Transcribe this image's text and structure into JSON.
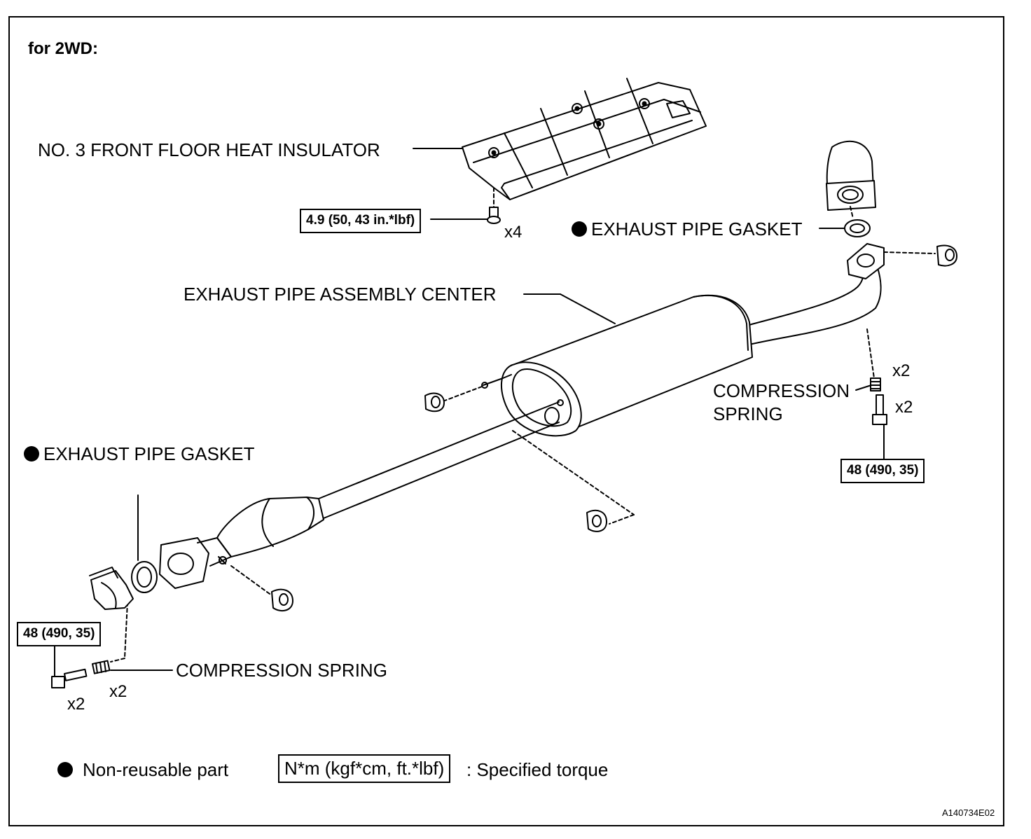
{
  "heading": "for 2WD:",
  "labels": {
    "heat_insulator": "NO. 3 FRONT FLOOR HEAT INSULATOR",
    "gasket_right": "EXHAUST PIPE GASKET",
    "pipe_assembly": "EXHAUST PIPE ASSEMBLY CENTER",
    "compression_spring_right_line1": "COMPRESSION",
    "compression_spring_right_line2": "SPRING",
    "gasket_left": "EXHAUST PIPE GASKET",
    "compression_spring_left": "COMPRESSION SPRING"
  },
  "torques": {
    "insulator_bolt": "4.9 (50, 43 in.*lbf)",
    "right_bolt": "48 (490, 35)",
    "left_bolt": "48 (490, 35)"
  },
  "quantities": {
    "insulator_bolts": "x4",
    "right_spring": "x2",
    "right_bolt": "x2",
    "left_spring": "x2",
    "left_bolt": "x2"
  },
  "legend": {
    "non_reusable": "Non-reusable part",
    "torque_format": "N*m (kgf*cm, ft.*lbf)",
    "torque_desc": ": Specified torque"
  },
  "figure_code": "A140734E02",
  "icons": [
    "non-reusable-dot-icon",
    "hanger-icon",
    "bolt-icon",
    "spring-icon"
  ]
}
